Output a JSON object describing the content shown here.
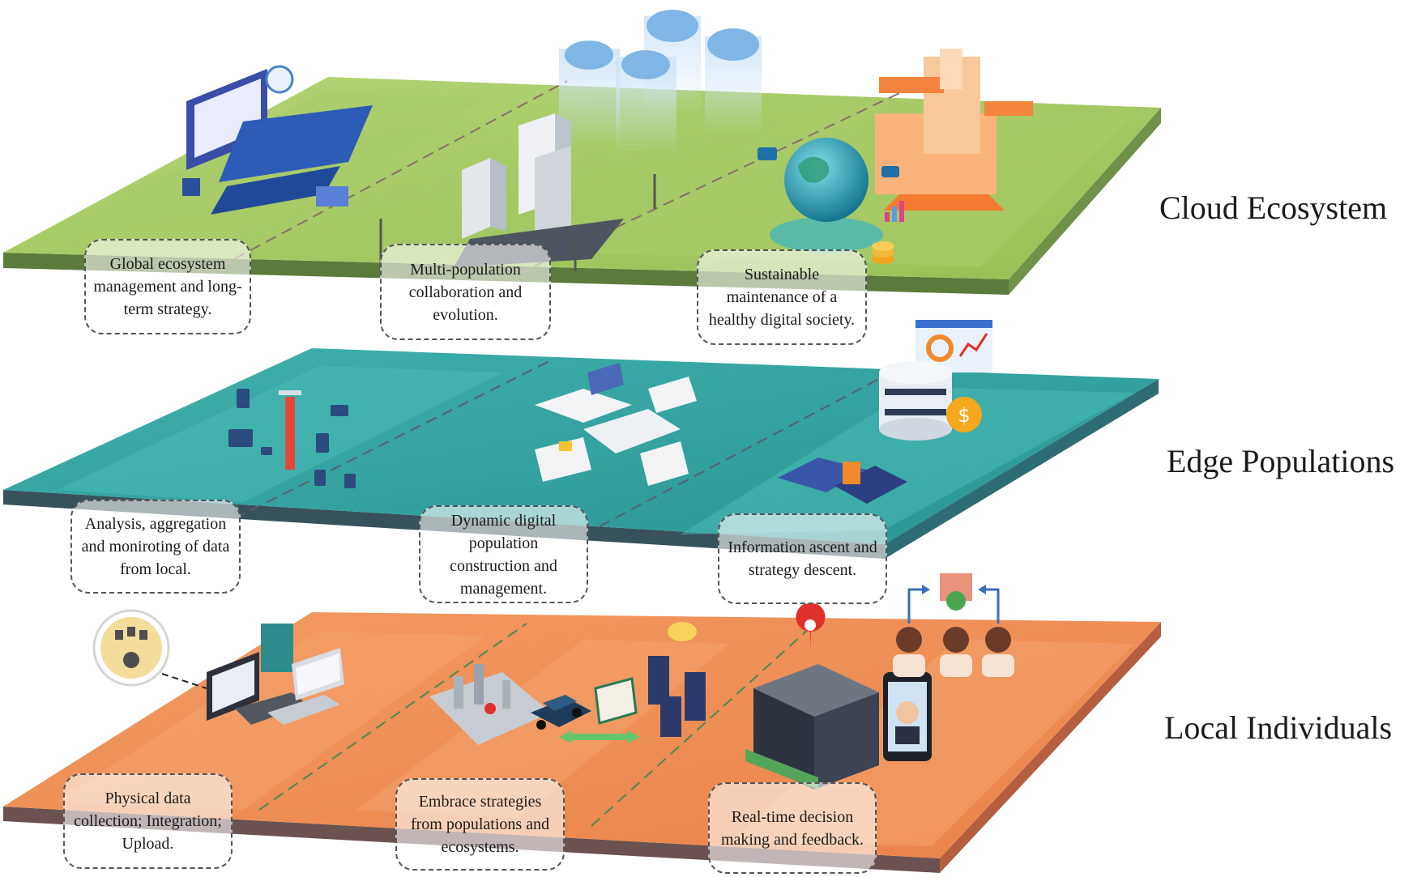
{
  "layers": [
    {
      "label": "Cloud Ecosystem",
      "color": "#a6c865",
      "callouts": [
        "Global ecosystem management and long-term strategy.",
        "Multi-population collaboration and evolution.",
        "Sustainable maintenance of a healthy digital society."
      ]
    },
    {
      "label": "Edge Populations",
      "color": "#35a0a0",
      "callouts": [
        "Analysis, aggregation and moniroting of data from local.",
        "Dynamic digital population construction and management.",
        "Information ascent and strategy descent."
      ]
    },
    {
      "label": "Local Individuals",
      "color": "#ef8f58",
      "callouts": [
        "Physical data collection; Integration; Upload.",
        "Embrace strategies from populations and ecosystems.",
        "Real-time decision making and feedback."
      ]
    }
  ],
  "icons": {
    "cloud_layer": [
      "dashboard-screens-icon",
      "cloud-icon",
      "server-rack-icon",
      "city-buildings-icon",
      "radio-tower-icon",
      "globe-icon",
      "smart-city-icon",
      "chat-bubble-icon",
      "bar-chart-icon",
      "coins-icon"
    ],
    "edge_layer": [
      "cell-tower-icon",
      "iot-devices-icon",
      "data-center-icon",
      "database-icon",
      "dollar-coin-icon",
      "analytics-dashboard-icon",
      "isometric-workstation-icon"
    ],
    "local_layer": [
      "data-gear-icon",
      "computer-workstation-icon",
      "laptop-icon",
      "miniature-city-icon",
      "car-icon",
      "location-pin-icon",
      "server-icon",
      "office-building-icon",
      "smartphone-icon",
      "person-icon",
      "arrow-up-icon"
    ]
  }
}
